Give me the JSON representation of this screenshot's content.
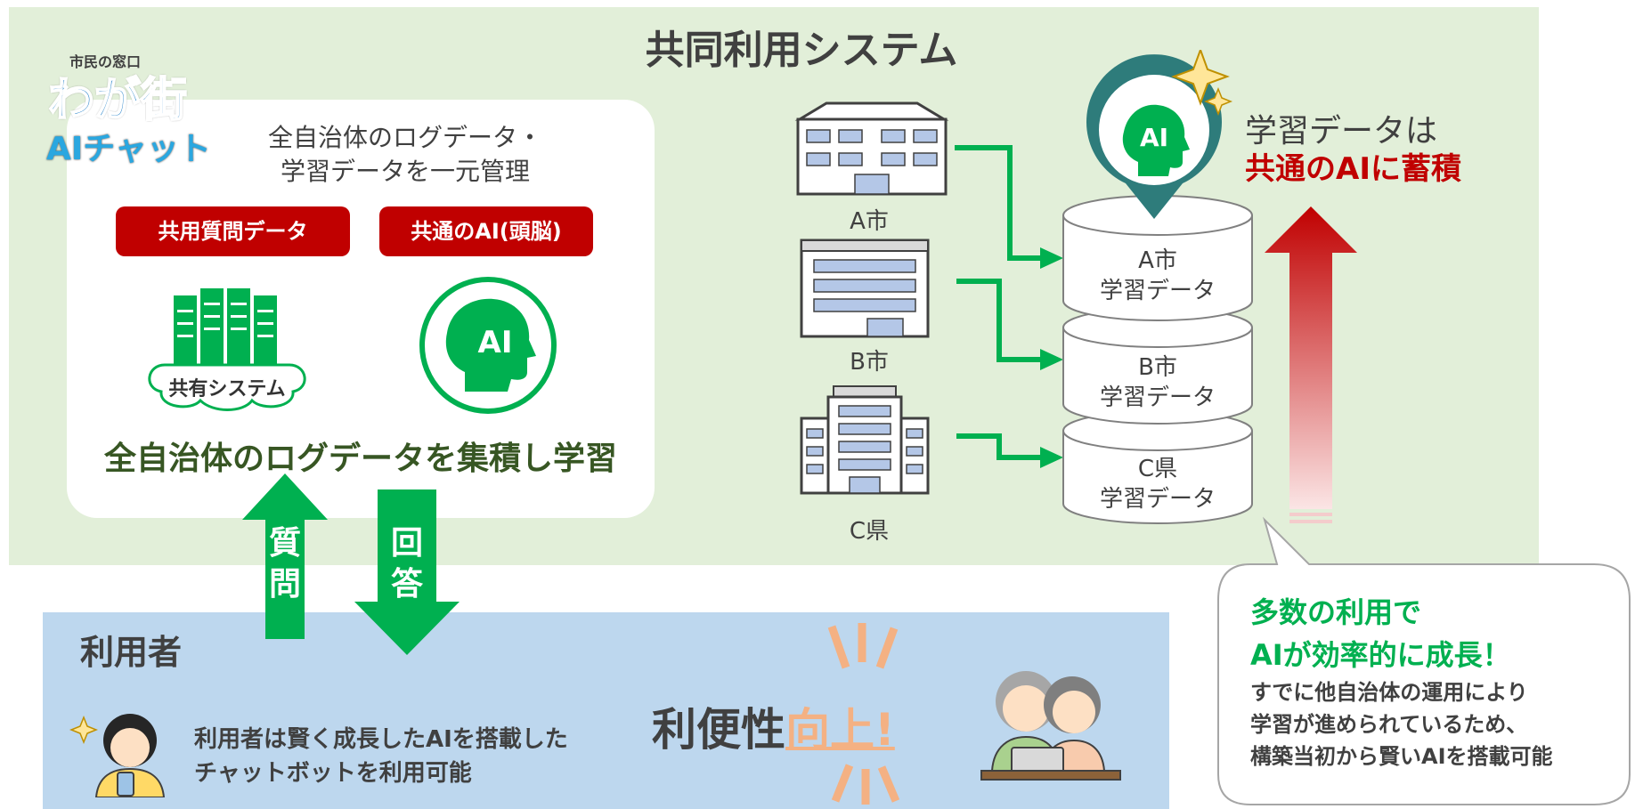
{
  "system_title": "共同利用システム",
  "logo": {
    "small": "市民の窓口",
    "main": "わが街",
    "sub": "AIチャット"
  },
  "management_line1": "全自治体のログデータ・",
  "management_line2": "学習データを一元管理",
  "btn_shared_questions": "共用質問データ",
  "btn_common_ai": "共通のAI(頭脳)",
  "shared_system_label": "共有システム",
  "ai_label": "AI",
  "collect_text": "全自治体のログデータを集積し学習",
  "arrow_question": [
    "質",
    "問"
  ],
  "arrow_answer": [
    "回",
    "答"
  ],
  "cities": [
    {
      "label": "A市",
      "db_line1": "A市",
      "db_line2": "学習データ"
    },
    {
      "label": "B市",
      "db_line1": "B市",
      "db_line2": "学習データ"
    },
    {
      "label": "C県",
      "db_line1": "C県",
      "db_line2": "学習データ"
    }
  ],
  "accumulate_line1": "学習データは",
  "accumulate_line2": "共通のAIに蓄積",
  "user_title": "利用者",
  "user_text_line1": "利用者は賢く成長したAIを搭載した",
  "user_text_line2": "チャットボットを利用可能",
  "convenience_prefix": "利便性",
  "convenience_highlight": "向上!",
  "callout_title_line1": "多数の利用で",
  "callout_title_line2": "AIが効率的に成長！",
  "callout_body": [
    "すでに他自治体の運用により",
    "学習が進められているため、",
    "構築当初から賢いAIを搭載可能"
  ],
  "colors": {
    "top_panel": "#e2efd9",
    "bottom_panel": "#bdd7ee",
    "green": "#00b050",
    "red": "#c00000",
    "orange": "#f4b183",
    "teal": "#2e7c7b"
  }
}
